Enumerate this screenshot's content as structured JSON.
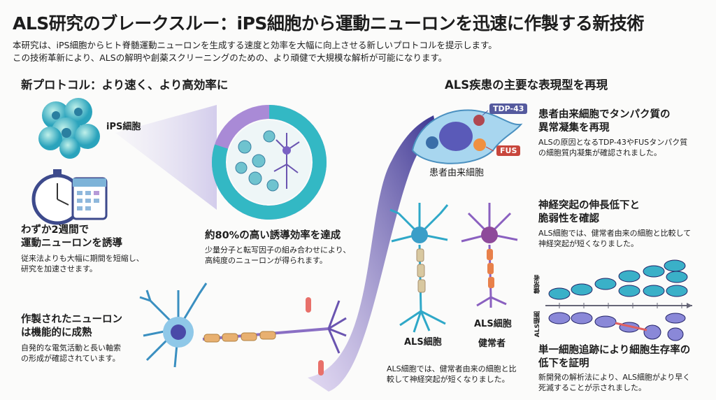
{
  "title": "ALS研究のブレークスルー：iPS細胞から運動ニューロンを迅速に作製する新技術",
  "intro": [
    "本研究は、iPS細胞からヒト脊髄運動ニューロンを生成する速度と効率を大幅に向上させる新しいプロトコルを提示します。",
    "この技術革新により、ALSの解明や創薬スクリーニングのための、より頑健で大規模な解析が可能になります。"
  ],
  "left_section": {
    "heading": "新プロトコル：より速く、より高効率に",
    "ips_label": "iPS細胞",
    "speed": {
      "heading": [
        "わずか2週間で",
        "運動ニューロンを誘導"
      ],
      "desc": [
        "従来法よりも大幅に期間を短縮し、",
        "研究を加速させます。"
      ]
    },
    "efficiency": {
      "heading": "約80%の高い誘導効率を達成",
      "desc": [
        "少量分子と転写因子の組み合わせにより、",
        "高純度のニューロンが得られます。"
      ],
      "value_percent": 80
    },
    "maturity": {
      "heading": [
        "作製されたニューロン",
        "は機能的に成熟"
      ],
      "desc": [
        "自発的な電気活動と長い軸索",
        "の形成が確認されています。"
      ]
    }
  },
  "right_section": {
    "heading": "ALS疾患の主要な表現型を再現",
    "patient_cell_label": "患者由来細胞",
    "tags": {
      "tdp": "TDP-43",
      "fus": "FUS"
    },
    "aggregation": {
      "heading": [
        "患者由来細胞でタンパク質の",
        "異常凝集を再現"
      ],
      "desc": [
        "ALSの原因となるTDP-43やFUSタンパク質",
        "の細胞質内凝集が確認されました。"
      ]
    },
    "neurite": {
      "heading": [
        "神経突起の伸長低下と",
        "脆弱性を確認"
      ],
      "desc": [
        "ALS細胞では、健常者由来の細胞と比較して",
        "神経突起が短くなりました。"
      ]
    },
    "neuron_labels": {
      "left": "ALS細胞",
      "right_top": "ALS細胞",
      "right_bottom": "健常者"
    },
    "neuron_desc": [
      "ALS細胞では、健常者由来の細胞と比",
      "較して神経突起が短くなりました。"
    ],
    "tracking_axis": {
      "healthy": "健常者",
      "als": "ALS細胞"
    },
    "survival": {
      "heading": [
        "単一細胞追跡により細胞生存率の",
        "低下を証明"
      ],
      "desc": [
        "新開発の解析法により、ALS細胞がより早く",
        "死滅することが示されました。"
      ]
    }
  },
  "colors": {
    "teal": "#2bb6c8",
    "purple": "#5a4aa6",
    "orange": "#f0a53a",
    "red": "#c8463c",
    "tag_blue": "#555a9e"
  }
}
